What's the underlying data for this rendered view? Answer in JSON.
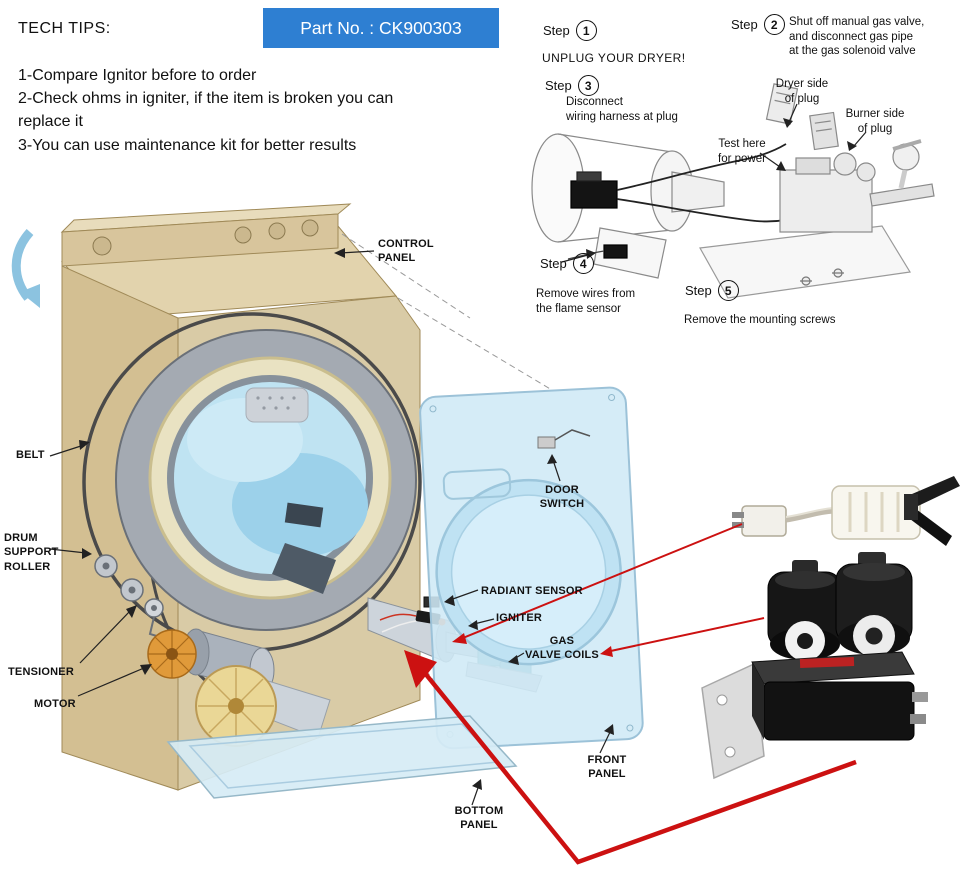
{
  "header": {
    "tech_tips": "TECH TIPS:",
    "part_no": "Part No. : CK900303",
    "tips": [
      "1-Compare Ignitor before to order",
      "2-Check ohms in igniter, if the item is broken you can\nreplace it",
      "3-You can use maintenance kit for better results"
    ]
  },
  "steps": {
    "word": "Step",
    "step1": {
      "num": "1",
      "text": "UNPLUG YOUR DRYER!"
    },
    "step2": {
      "num": "2",
      "text": "Shut off manual gas valve,\nand disconnect gas pipe\nat the gas solenoid valve"
    },
    "step3": {
      "num": "3",
      "text": "Disconnect\nwiring harness at plug"
    },
    "step4": {
      "num": "4",
      "text": "Remove wires from\nthe flame sensor"
    },
    "step5": {
      "num": "5",
      "text": "Remove the mounting screws"
    },
    "dryer_side": "Dryer side\nof plug",
    "burner_side": "Burner side\nof plug",
    "test_here": "Test here\nfor power"
  },
  "diagram": {
    "control_panel": "CONTROL\nPANEL",
    "belt": "BELT",
    "drum_support_roller": "DRUM\nSUPPORT\nROLLER",
    "tensioner": "TENSIONER",
    "motor": "MOTOR",
    "door_switch": "DOOR\nSWITCH",
    "radiant_sensor": "RADIANT SENSOR",
    "igniter": "IGNITER",
    "gas_valve_coils": "GAS\nVALVE COILS",
    "front_panel": "FRONT\nPANEL",
    "bottom_panel": "BOTTOM\nPANEL"
  },
  "colors": {
    "part_badge_bg": "#2e7fd2",
    "part_badge_text": "#ffffff",
    "arrow_red": "#cc1111",
    "front_panel_blue": "#cfe9f6",
    "cabinet_tan": "#d8c59c"
  }
}
